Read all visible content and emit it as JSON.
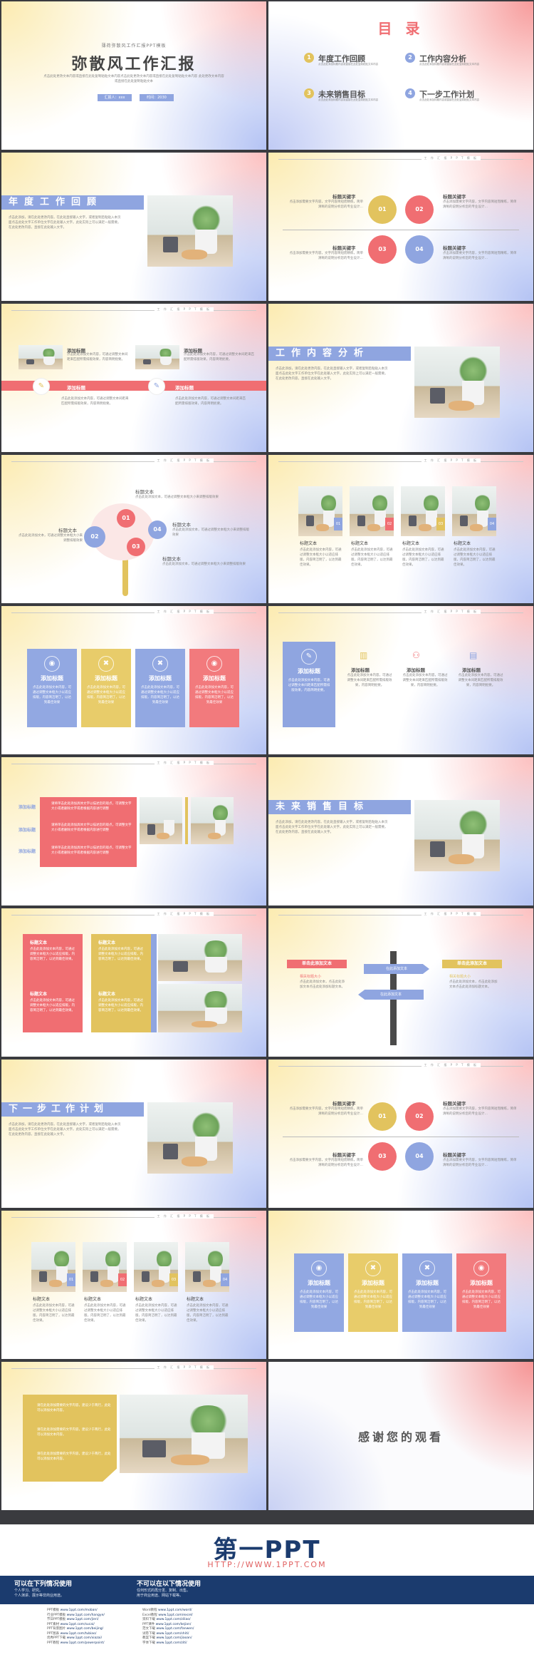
{
  "cover": {
    "subtitle": "薄荷弥散风工作汇报PPT模板",
    "title": "弥散风工作汇报",
    "desc": "点击此处更改文本内容或直接在此处复制粘贴文本内容点击此处更改文本内容或直接在此处复制粘贴文本内容 此处更改文本内容或直接在此处复制粘贴文本",
    "reporter": "汇报人：xxx",
    "time": "时间：2030"
  },
  "toc": {
    "title": "目 录",
    "items": [
      {
        "num": "1",
        "label": "年度工作回顾",
        "desc": "点击此处添加标题内容或直接在此处复制粘贴文本内容"
      },
      {
        "num": "2",
        "label": "工作内容分析",
        "desc": "点击此处添加标题内容或直接在此处复制粘贴文本内容"
      },
      {
        "num": "3",
        "label": "未来销售目标",
        "desc": "点击此处添加标题内容或直接在此处复制粘贴文本内容"
      },
      {
        "num": "4",
        "label": "下一步工作计划",
        "desc": "点击此处添加标题内容或直接在此处复制粘贴文本内容"
      }
    ]
  },
  "header_line": "工 作 汇 报 P P T 模 板",
  "sections": {
    "s1": "年度工作回顾",
    "s2": "工作内容分析",
    "s3": "未来销售目标",
    "s4": "下一步工作计划"
  },
  "section_text": "点击此添加，请在此处更改内容。在此处直接输入文字，或者复制后粘贴入本页面点击此处文字工作单位文字在此处输入文字。此处实际上可以满足一般需要。在此处更改内容，直接在此处输入文字。",
  "quad": {
    "kw": "标题关键字",
    "text": "点击添加需要文字内容，文字内容简短而精练，简单清晰的说明分析您的专业设计…",
    "nums": [
      "01",
      "02",
      "03",
      "04"
    ]
  },
  "add_title": "添加标题",
  "add_text": "点击此处添加文本内容，可通过调整文本间距来匹配所需排版效果，内容简明扼要。",
  "tree": {
    "title": "标题文本",
    "text": "点击此处添加文本，可通过调整文本框大小来调整排版效果",
    "nums": [
      "01",
      "02",
      "03",
      "04"
    ]
  },
  "photos": {
    "label": "标题文本",
    "text": "点击此处添加文本内容，可通过调整文本框大小以适应排版，内容简洁明了，以达到最佳效果。",
    "nums": [
      "01",
      "02",
      "03",
      "04"
    ]
  },
  "icons": [
    "volume-icon",
    "tools-icon",
    "tools-icon",
    "volume-icon"
  ],
  "icon_cards_text": "点击此处添加文本内容，可通过调整文本框大小以适应排版，内容简洁明了，以达到最佳效果",
  "list_items": [
    "添加标题",
    "添加标题",
    "添加标题"
  ],
  "list_text": "请将单击此处添加具体文字以描述您的观点，可调整文字大小或者删除文字或者根据内容进行调整",
  "road": {
    "left_title": "单击此添加文本",
    "right_title": "单击此添加文本",
    "left_sub": "相关标题大小",
    "right_sub": "相关标题大小",
    "sign1": "在此添加文本",
    "sign2": "在此添加文本",
    "text": "点击此处添加文本，点击此处添加文本点击此处添加标题文本。"
  },
  "yellow_points": [
    "请在此处添加需要的文字内容，建议少于两行，此处可以添加文本内容。",
    "请在此处添加需要的文字内容，建议少于两行，此处可以添加文本内容。",
    "请在此处添加需要的文字内容，建议少于两行，此处可以添加文本内容。"
  ],
  "thanks": "感谢您的观看",
  "footer": {
    "brand": "第一PPT",
    "url": "HTTP://WWW.1PPT.COM",
    "can_title": "可以在下列情况使用",
    "can_text": "个人学习、研究。\n个人演讲、展示等非商业用途。",
    "cannot_title": "不可以在以下情况使用",
    "cannot_text": "任何形式的再分发、复制、出售。\n用于商业用途、网站下载等。",
    "links_left": [
      [
        "PPT模板",
        "www.1ppt.com/moban/"
      ],
      [
        "行业PPT模板",
        "www.1ppt.com/hangye/"
      ],
      [
        "节日PPT模板",
        "www.1ppt.com/jieri/"
      ],
      [
        "PPT素材",
        "www.1ppt.com/sucai/"
      ],
      [
        "PPT背景图片",
        "www.1ppt.com/beijing/"
      ],
      [
        "PPT图表",
        "www.1ppt.com/tubiao/"
      ],
      [
        "优秀PPT下载",
        "www.1ppt.com/xiazai/"
      ],
      [
        "PPT教程",
        "www.1ppt.com/powerpoint/"
      ],
      [
        "Word教程",
        "www.1ppt.com/word/"
      ],
      [
        "Excel教程",
        "www.1ppt.com/excel/"
      ],
      [
        "资料下载",
        "www.1ppt.com/ziliao/"
      ],
      [
        "PPT课件",
        "www.1ppt.com/kejian/"
      ],
      [
        "范文下载",
        "www.1ppt.com/fanwen/"
      ],
      [
        "试卷下载",
        "www.1ppt.com/shiti/"
      ],
      [
        "教案下载",
        "www.1ppt.com/jiaoan/"
      ],
      [
        "字体下载",
        "www.1ppt.com/ziti/"
      ]
    ]
  },
  "colors": {
    "yellow": "#e2c35e",
    "red": "#f06e72",
    "blue": "#8fa5e0",
    "navy": "#1b3b6e"
  }
}
